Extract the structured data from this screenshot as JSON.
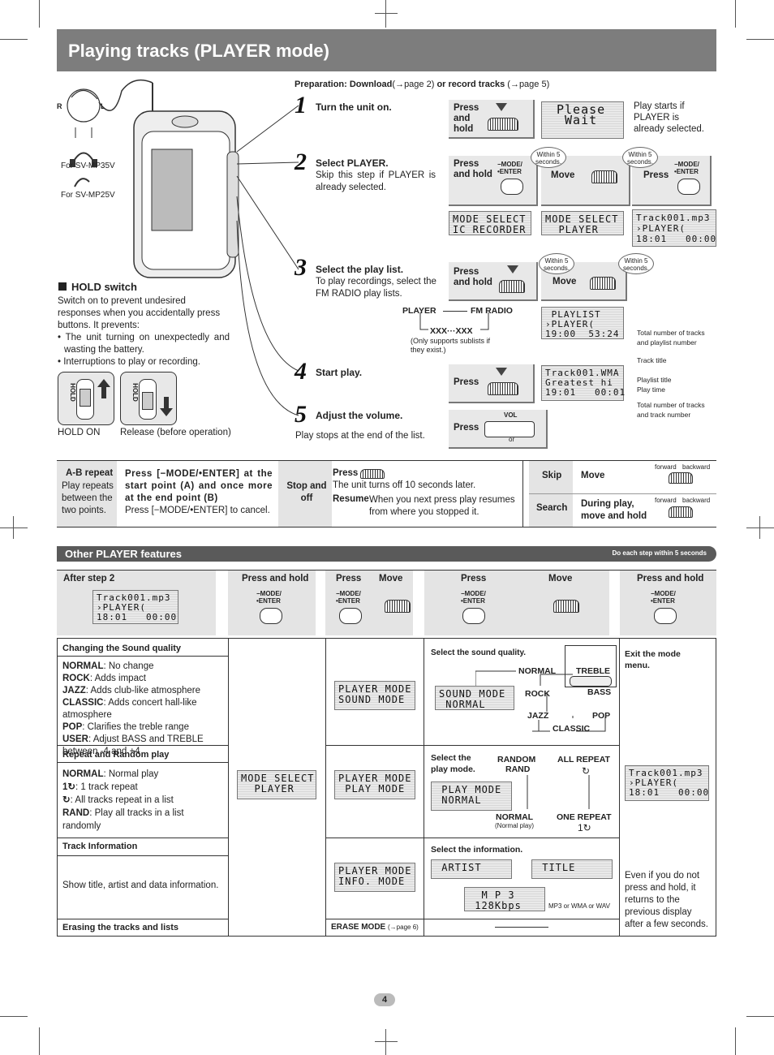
{
  "title": "Playing tracks (PLAYER mode)",
  "preparation": {
    "label": "Preparation: Download",
    "ref1": "(→page 2)",
    "mid": "or record tracks",
    "ref2": "(→page 5)"
  },
  "left": {
    "ear_r": "R",
    "ear_l": "L",
    "for_mp35": "For SV-MP35V",
    "for_mp25": "For SV-MP25V",
    "hold_title": "HOLD switch",
    "hold_desc": "Switch on to prevent undesired responses when you accidentally press buttons. It prevents:",
    "hold_b1": "• The unit turning on unexpectedly and wasting the battery.",
    "hold_b2": "• Interruptions to play or recording.",
    "hold_label": "HOLD",
    "hold_on": "HOLD ON",
    "release": "Release (before operation)"
  },
  "steps": {
    "s1": {
      "num": "1",
      "title": "Turn the unit on.",
      "press": "Press and hold",
      "lcd": "Please\n Wait",
      "note": "Play starts if PLAYER is already selected."
    },
    "s2": {
      "num": "2",
      "title": "Select PLAYER.",
      "desc": "Skip this step if PLAYER is already selected.",
      "press": "Press and hold",
      "move": "Move",
      "press2": "Press",
      "within": "Within 5 seconds.",
      "mode_enter": "−MODE/ •ENTER",
      "lcd1": "MODE SELECT\nIC RECORDER",
      "lcd2": "MODE SELECT\n  PLAYER",
      "lcd3": "Track001.mp3\n›PLAYER(\n18:01   00:00"
    },
    "s3": {
      "num": "3",
      "title": "Select the play list.",
      "desc": "To play recordings, select the FM RADIO play lists.",
      "press": "Press and hold",
      "move": "Move",
      "player": "PLAYER",
      "fmradio": "FM RADIO",
      "xxx": "XXX···XXX",
      "sub": "(Only supports sublists if they exist.)",
      "lcd": " PLAYLIST\n›PLAYER(\n19:00  53:24",
      "note": "Total number of tracks and playlist number"
    },
    "s4": {
      "num": "4",
      "title": "Start play.",
      "press": "Press",
      "lcd": "Track001.WMA\nGreatest hi\n19:01   00:01",
      "n1": "Track title",
      "n2": "Playlist title",
      "n3": "Play time",
      "n4": "Total number of tracks and track number"
    },
    "s5": {
      "num": "5",
      "title": "Adjust the volume.",
      "press": "Press",
      "vol": "VOL",
      "or": "or",
      "stops": "Play stops at the end of the list."
    }
  },
  "features": {
    "ab_title": "A-B repeat",
    "ab_desc": "Play repeats between the two points.",
    "ab_press": "Press [−MODE/•ENTER] at the start point (A) and once more at the end point (B)",
    "ab_cancel": "Press [−MODE/•ENTER] to cancel.",
    "stop": "Stop and off",
    "stop_press": "Press",
    "stop_off": "The unit turns off 10 seconds later.",
    "resume": "Resume",
    "resume_desc": "When you next press        play resumes from where you stopped it.",
    "skip": "Skip",
    "skip_move": "Move",
    "search": "Search",
    "search_move": "During play, move and hold",
    "forward": "forward",
    "backward": "backward"
  },
  "other": {
    "header": "Other PLAYER features",
    "note": "Do each step within 5 seconds",
    "after_step": "After step 2",
    "lcd_after": "Track001.mp3\n›PLAYER(\n18:01   00:00",
    "h_pressandhold": "Press and hold",
    "h_press": "Press",
    "h_move": "Move",
    "h_press3": "Press",
    "h_move3": "Move",
    "h_pressandhold2": "Press and hold",
    "mode_enter": "−MODE/ •ENTER",
    "sound_title": "Changing the Sound quality",
    "sound_items": [
      {
        "k": "NORMAL",
        "v": ": No change"
      },
      {
        "k": "ROCK",
        "v": ":      Adds impact"
      },
      {
        "k": "JAZZ",
        "v": ":       Adds club-like atmosphere"
      },
      {
        "k": "CLASSIC",
        "v": ": Adds concert hall-like atmosphere"
      },
      {
        "k": "POP",
        "v": ":        Clarifies the treble range"
      },
      {
        "k": "USER",
        "v": ":     Adjust BASS and TREBLE between -4 and +4"
      }
    ],
    "repeat_title": "Repeat and Random play",
    "repeat_items": [
      {
        "k": "NORMAL",
        "v": ": Normal play"
      },
      {
        "k": "1↻",
        "v": ":         1 track repeat"
      },
      {
        "k": "↻",
        "v": ":          All tracks repeat in a list"
      },
      {
        "k": "RAND",
        "v": ":      Play all tracks in a list randomly"
      }
    ],
    "info_title": "Track Information",
    "info_desc": "Show title, artist and data information.",
    "erase_title": "Erasing the tracks and lists",
    "erase_mode": "ERASE MODE",
    "erase_ref": "(→page 6)",
    "lcd_modesel": "MODE SELECT\n  PLAYER",
    "lcd_pm_sound": "PLAYER MODE\nSOUND MODE",
    "lcd_pm_play": "PLAYER MODE\n PLAY MODE",
    "lcd_pm_info": "PLAYER MODE\nINFO. MODE",
    "sel_sound": "Select the sound quality.",
    "lcd_sound": "SOUND MODE\n NORMAL",
    "sq_normal": "NORMAL",
    "sq_treble": "TREBLE",
    "sq_rock": "ROCK",
    "sq_bass": "BASS",
    "sq_jazz": "JAZZ",
    "sq_pop": "POP",
    "sq_classic": "CLASSIC",
    "sel_play": "Select the play mode.",
    "lcd_play": " PLAY MODE\n NORMAL",
    "pm_random": "RANDOM",
    "pm_rand": "RAND",
    "pm_allrepeat": "ALL REPEAT",
    "pm_normal": "NORMAL",
    "pm_normalplay": "(Normal play)",
    "pm_onerepeat": "ONE REPEAT",
    "pm_one": "1↻",
    "pm_all": "↻",
    "sel_info": "Select the information.",
    "lcd_artist": " ARTIST",
    "lcd_title": " TITLE",
    "lcd_mp3": "  M P 3\n 128Kbps",
    "mp3_note": "MP3 or WMA or WAV",
    "exit": "Exit the mode menu.",
    "lcd_exit": "Track001.mp3\n›PLAYER(\n18:01   00:00",
    "timeout": "Even if you do not press and hold, it returns to the previous display after a few seconds."
  },
  "page_number": "4"
}
